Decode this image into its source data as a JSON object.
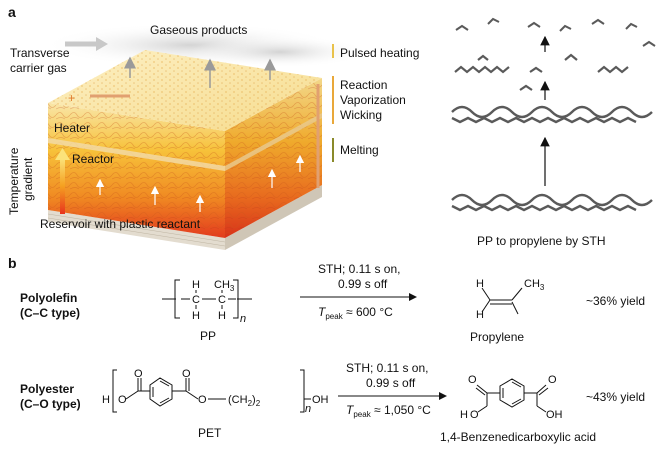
{
  "panel_a": {
    "letter": "a",
    "gaseous_products": "Gaseous products",
    "carrier_gas_line1": "Transverse",
    "carrier_gas_line2": "carrier gas",
    "plus_sign": "+",
    "heater": "Heater",
    "reactor": "Reactor",
    "gradient_line1": "Temperature",
    "gradient_line2": "gradient",
    "reservoir": "Reservoir with plastic reactant",
    "stage_pulsed": "Pulsed heating",
    "stage_reaction": "Reaction",
    "stage_vaporization": "Vaporization",
    "stage_wicking": "Wicking",
    "stage_melting": "Melting",
    "caption": "PP to propylene by STH"
  },
  "panel_b": {
    "letter": "b",
    "row1": {
      "class_line1": "Polyolefin",
      "class_line2": "(C–C type)",
      "reactant_name": "PP",
      "cond_line1": "STH; 0.11 s on,",
      "cond_line2": "0.99 s off",
      "t_symbol": "T",
      "t_sub": "peak",
      "t_value": " ≈ 600 °C",
      "product_name": "Propylene",
      "yield": "~36% yield",
      "atoms": {
        "H": "H",
        "C": "C",
        "CH3": "CH",
        "three": "3",
        "n": "n"
      }
    },
    "row2": {
      "class_line1": "Polyester",
      "class_line2": "(C–O type)",
      "reactant_name": "PET",
      "cond_line1": "STH; 0.11 s on,",
      "cond_line2": "0.99 s off",
      "t_symbol": "T",
      "t_sub": "peak",
      "t_value": " ≈ 1,050 °C",
      "product_name": "1,4-Benzenedicarboxylic acid",
      "yield": "~43% yield",
      "atoms": {
        "H": "H",
        "O": "O",
        "OH": "OH",
        "CH2": "(CH",
        "two": "2",
        "close": ")",
        "two_b": "2",
        "n": "n"
      }
    }
  },
  "colors": {
    "hot": "#e8321e",
    "warm": "#f5a020",
    "cool": "#fbe37a",
    "base": "#d8d0c2",
    "arrow_grey": "#999999"
  }
}
